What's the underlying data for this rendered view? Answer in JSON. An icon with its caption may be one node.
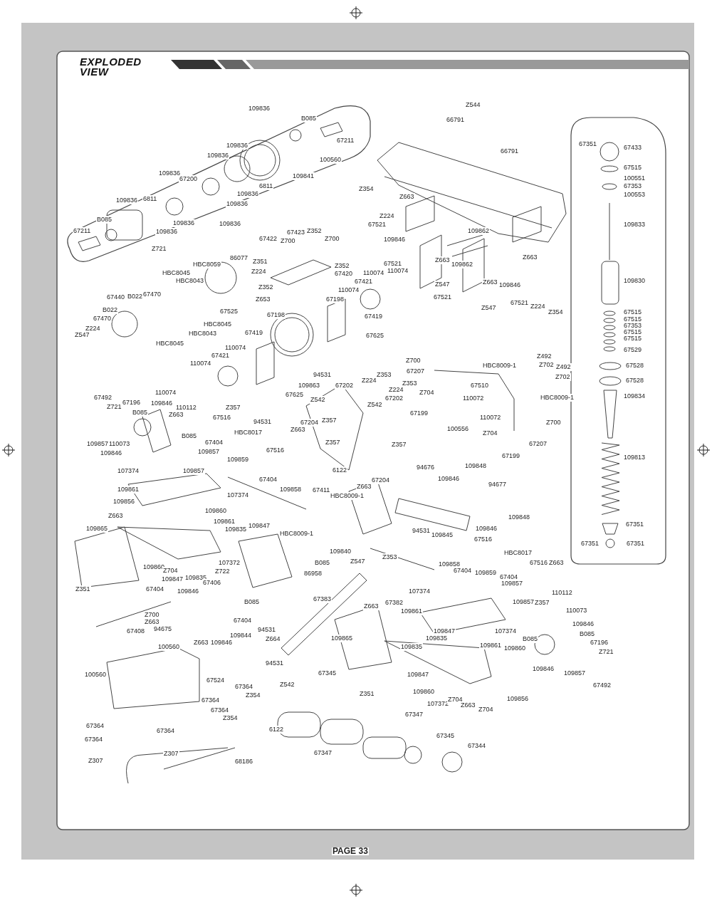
{
  "diagram": {
    "title": "EXPLODED VIEW",
    "labels": [
      "109836",
      "B085",
      "67211",
      "100560",
      "109836",
      "109836",
      "109841",
      "109836",
      "67200",
      "6811",
      "109836",
      "109836",
      "109836",
      "6811",
      "109836",
      "109836",
      "B085",
      "109836",
      "67211",
      "Z721",
      "Z544",
      "66791",
      "66791",
      "Z354",
      "Z663",
      "Z224",
      "67521",
      "109846",
      "109862",
      "67521",
      "Z663",
      "109862",
      "Z663",
      "110074",
      "110074",
      "67421",
      "Z547",
      "Z663",
      "109846",
      "67521",
      "67521",
      "Z224",
      "Z547",
      "Z354",
      "67351",
      "67433",
      "67515",
      "100551",
      "67353",
      "100553",
      "109833",
      "109830",
      "67515",
      "67515",
      "67353",
      "67515",
      "67515",
      "67529",
      "67528",
      "67528",
      "109834",
      "109813",
      "67351",
      "67351",
      "67351",
      "67423",
      "Z352",
      "67422",
      "Z700",
      "Z700",
      "86077",
      "Z351",
      "HBC8059",
      "Z352",
      "HBC8045",
      "Z224",
      "67420",
      "HBC8043",
      "Z352",
      "67440",
      "B022",
      "67470",
      "Z653",
      "67525",
      "HBC8045",
      "67198",
      "67198",
      "110074",
      "B022",
      "67470",
      "HBC8043",
      "Z224",
      "Z547",
      "HBC8045",
      "67419",
      "67419",
      "110074",
      "67421",
      "110074",
      "67625",
      "110074",
      "67625",
      "94531",
      "109863",
      "67202",
      "67492",
      "Z721",
      "67196",
      "109846",
      "110112",
      "Z542",
      "Z357",
      "B085",
      "Z663",
      "67516",
      "94531",
      "67204",
      "Z357",
      "HBC8017",
      "Z663",
      "109857",
      "110073",
      "B085",
      "Z357",
      "67404",
      "109846",
      "67516",
      "109857",
      "109859",
      "107374",
      "109857",
      "67404",
      "6122",
      "109861",
      "109858",
      "67411",
      "HBC8009-1",
      "107374",
      "Z663",
      "109856",
      "109860",
      "Z700",
      "67207",
      "HBC8009-1",
      "Z492",
      "Z702",
      "Z492",
      "Z702",
      "67510",
      "Z224",
      "Z353",
      "Z353",
      "Z224",
      "Z704",
      "110072",
      "67202",
      "Z542",
      "67199",
      "HBC8009-1",
      "110072",
      "Z700",
      "100556",
      "Z704",
      "67207",
      "67199",
      "Z357",
      "67204",
      "94676",
      "109848",
      "109846",
      "94677",
      "109848",
      "109846",
      "94531",
      "109845",
      "109840",
      "B085",
      "86958",
      "67516",
      "HBC8017",
      "67516",
      "Z663",
      "Z547",
      "Z353",
      "109858",
      "67404",
      "109859",
      "67404",
      "109857",
      "Z663",
      "109865",
      "109861",
      "109835",
      "109847",
      "HBC8009-1",
      "109860",
      "Z704",
      "107372",
      "Z722",
      "109847",
      "109835",
      "Z351",
      "67404",
      "109846",
      "67406",
      "B085",
      "Z700",
      "Z663",
      "67404",
      "94675",
      "67408",
      "94531",
      "109844",
      "Z663",
      "109846",
      "67383",
      "Z664",
      "109865",
      "100560",
      "94531",
      "100560",
      "67524",
      "67345",
      "67364",
      "Z354",
      "Z542",
      "67364",
      "67364",
      "Z354",
      "6122",
      "67364",
      "67364",
      "67364",
      "67347",
      "Z307",
      "68186",
      "Z307",
      "Z663",
      "67382",
      "107374",
      "109861",
      "107374",
      "109857",
      "Z357",
      "110112",
      "110073",
      "109846",
      "B085",
      "67196",
      "Z721",
      "109857",
      "67492",
      "B085",
      "109846",
      "109847",
      "109835",
      "109835",
      "109861",
      "109860",
      "109847",
      "109860",
      "Z351",
      "107372",
      "Z704",
      "Z663",
      "Z704",
      "109856",
      "67347",
      "67345",
      "67344",
      "PAGE 33"
    ]
  }
}
